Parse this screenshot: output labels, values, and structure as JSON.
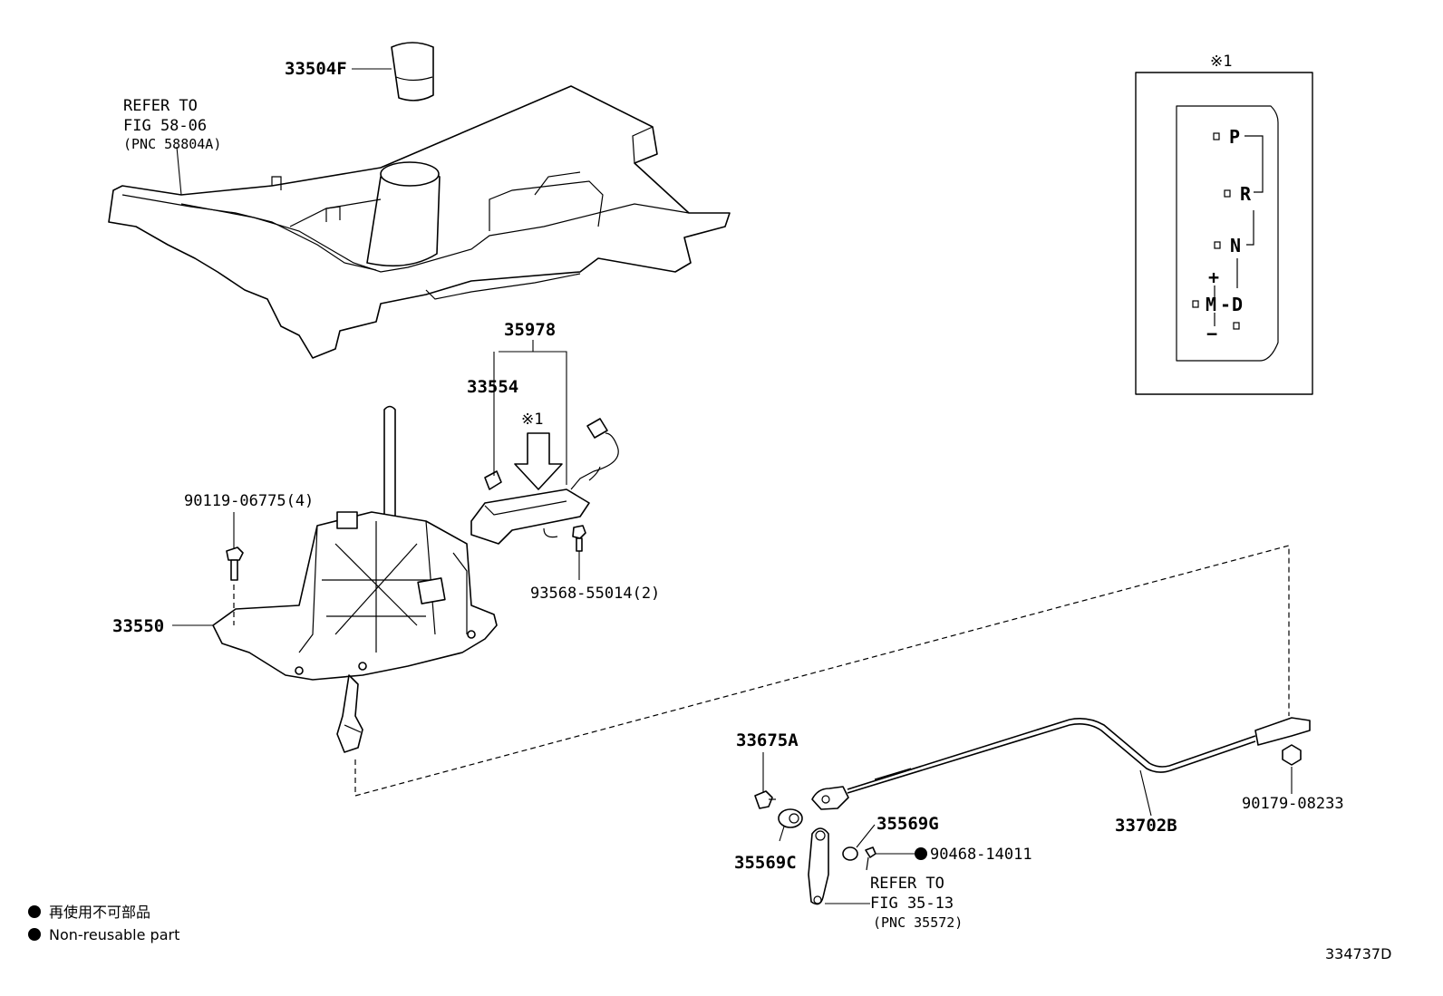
{
  "labels": {
    "knob": "33504F",
    "refer_console_1": "REFER TO",
    "refer_console_2": "FIG 58-06",
    "refer_console_3": "(PNC 58804A)",
    "indicator_assy": "35978",
    "housing_plate": "33554",
    "note_ref_arrow": "※1",
    "bolt_4": "90119-06775(4)",
    "screw_2": "93568-55014(2)",
    "shift_lever_assy": "33550",
    "clip": "33675A",
    "bushing_c": "35569C",
    "bushing_g": "35569G",
    "pin": "90468-14011",
    "refer_lever_1": "REFER TO",
    "refer_lever_2": "FIG 35-13",
    "refer_lever_3": "(PNC 35572)",
    "control_cable": "33702B",
    "nut": "90179-08233"
  },
  "gate_panel": {
    "note": "※1",
    "positions": [
      "P",
      "R",
      "N",
      "M",
      "D"
    ],
    "plus": "+",
    "minus": "−",
    "dash": "-"
  },
  "legend": {
    "jp": "再使用不可部品",
    "en": "Non-reusable part"
  },
  "figure_id": "334737D"
}
